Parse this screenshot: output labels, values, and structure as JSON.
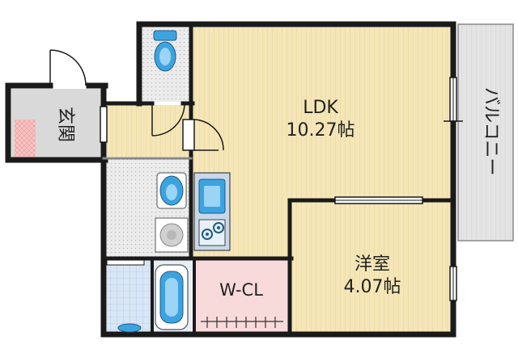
{
  "rooms": {
    "ldk": {
      "name": "LDK",
      "size": "10.27帖"
    },
    "western_room": {
      "name": "洋室",
      "size": "4.07帖"
    },
    "walk_in_closet": {
      "name": "W-CL"
    },
    "entrance": {
      "name": "玄関"
    },
    "balcony": {
      "name": "バルコニー"
    }
  },
  "colors": {
    "wall": "#1a1a1a",
    "room_floor": "#f5e6b8",
    "wood_line": "#ead79b",
    "entrance_floor": "#d9d9d9",
    "closet_floor": "#f9dada",
    "entrance_storage": "#f4b6b6",
    "wet_area": "#e9e9e9",
    "bath_floor": "#d4e4f4",
    "fixture_blue": "#3da3e0",
    "balcony_gray": "#e2e2e2"
  }
}
